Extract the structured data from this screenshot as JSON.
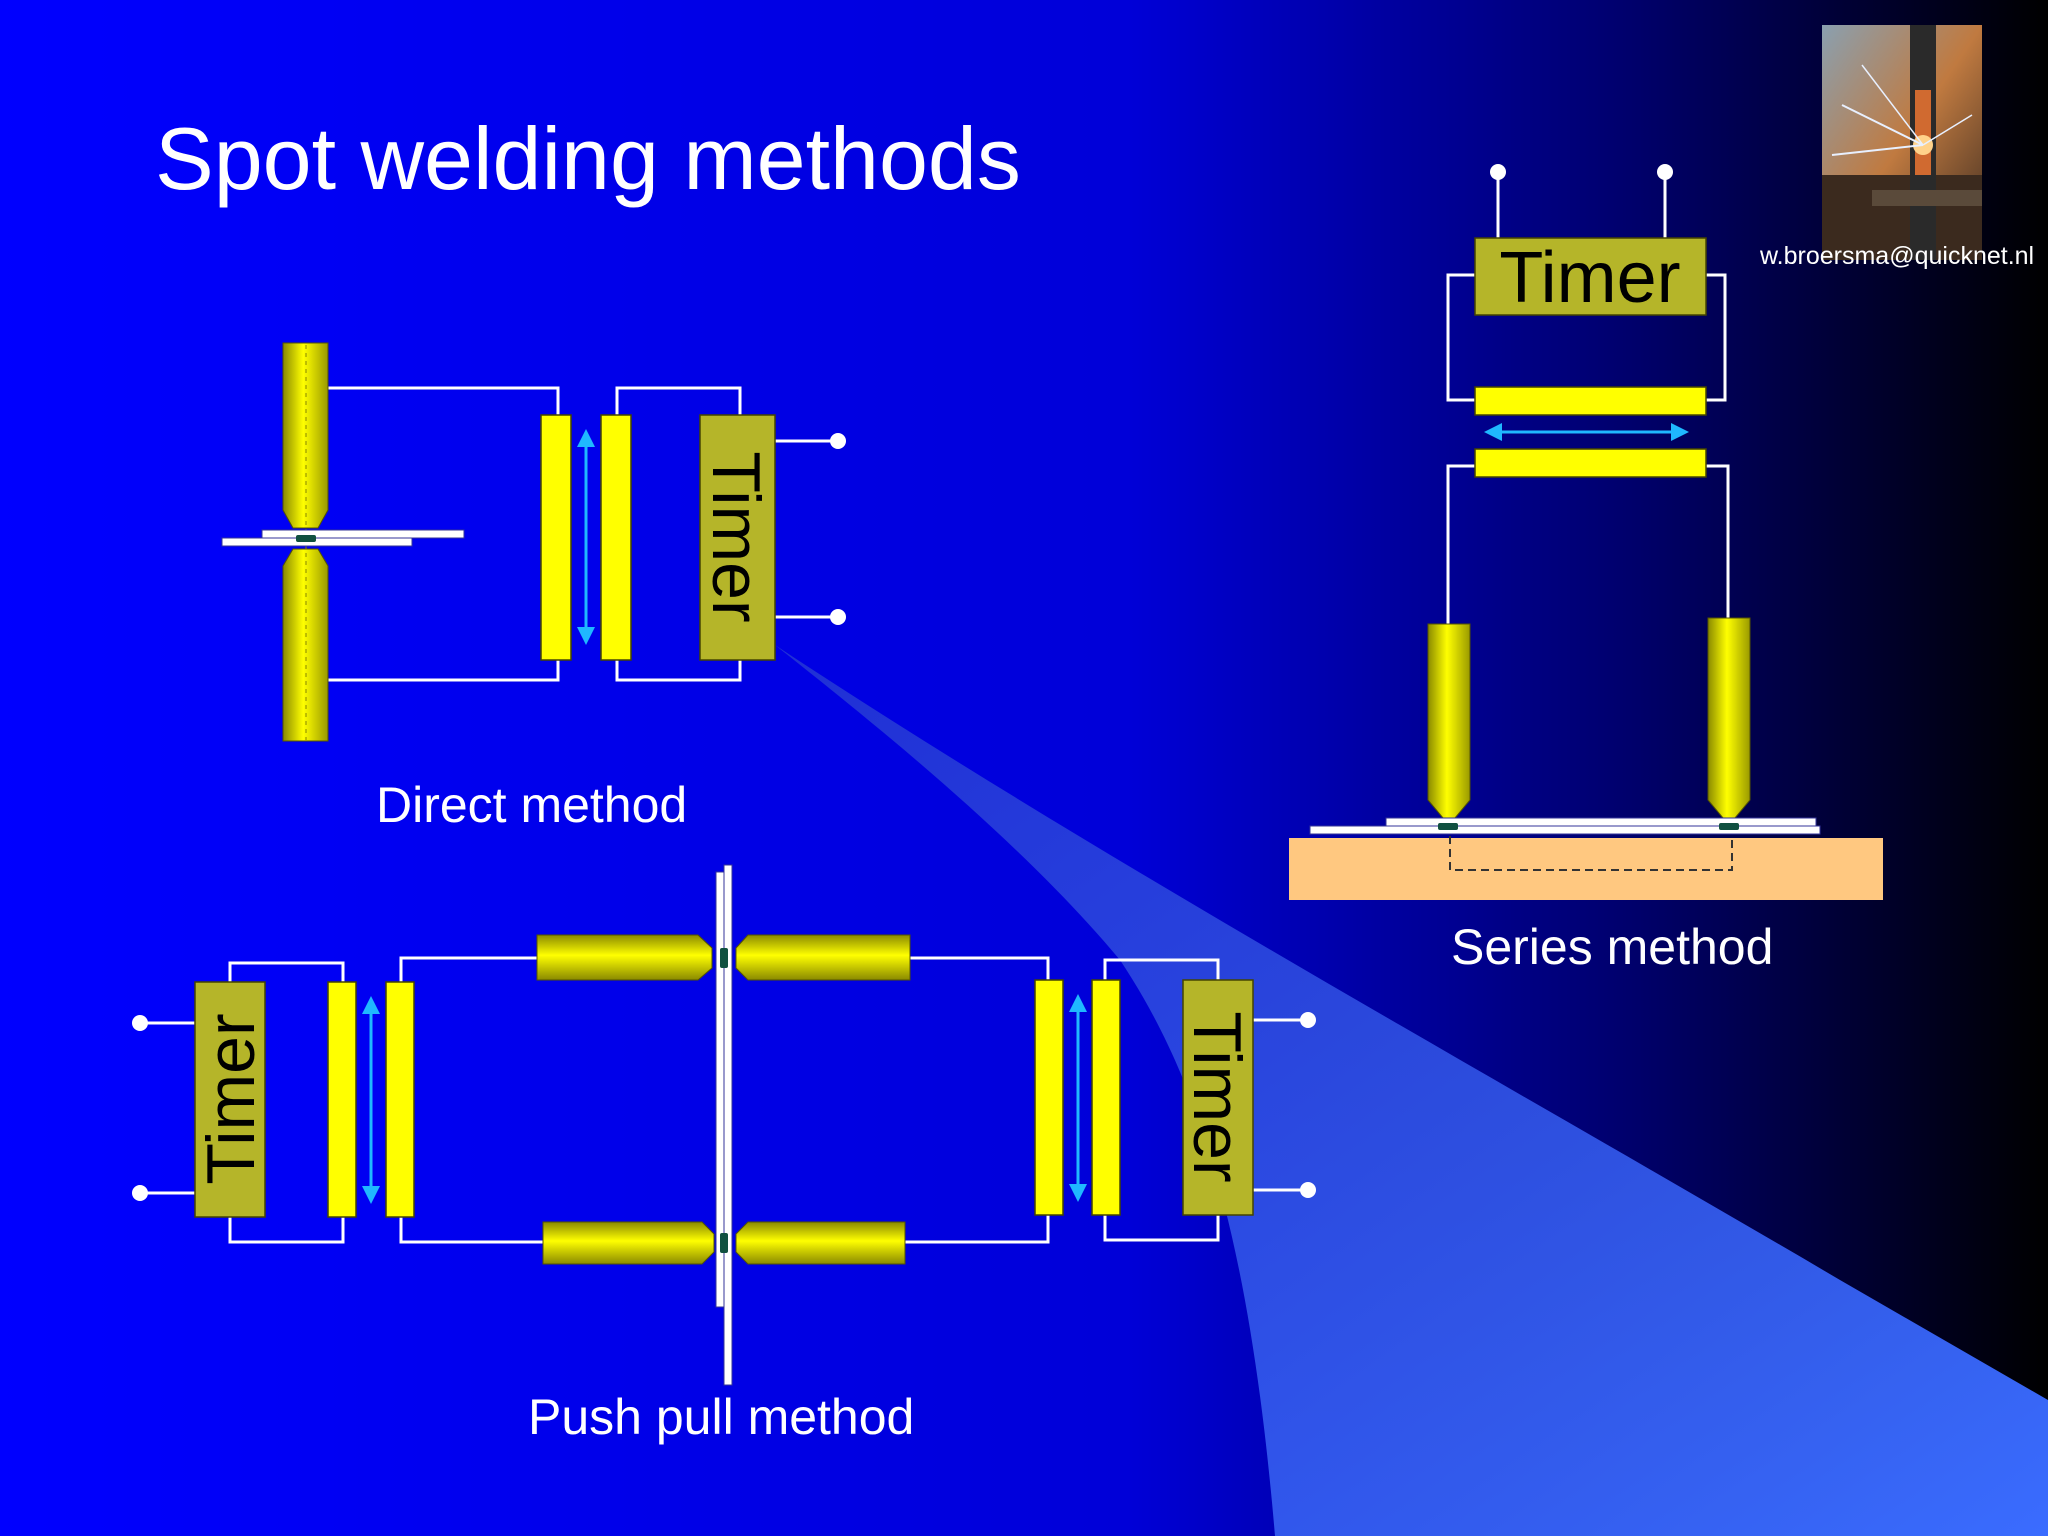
{
  "slide": {
    "title": "Spot welding methods",
    "email": "w.broersma@quicknet.nl",
    "colors": {
      "background_left": "#0000ff",
      "background_right": "#000000",
      "beam": "#3a6cff",
      "component_yellow": "#ffff00",
      "timer_fill": "#b5b529",
      "arrow": "#1fb8ff",
      "workpiece_base": "#ffc880"
    }
  },
  "diagrams": {
    "direct": {
      "caption": "Direct method",
      "timer_label": "Timer"
    },
    "series": {
      "caption": "Series method",
      "timer_label": "Timer"
    },
    "push_pull": {
      "caption": "Push pull method",
      "timer_left_label": "Timer",
      "timer_right_label": "Timer"
    }
  },
  "photo": {
    "icon": "spot-welding-photo"
  }
}
